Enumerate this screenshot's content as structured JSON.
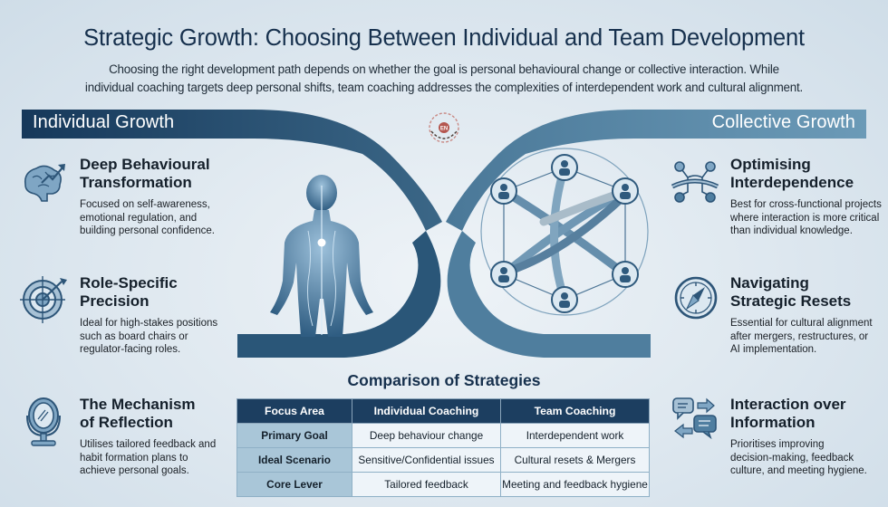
{
  "header": {
    "title": "Strategic Growth: Choosing Between Individual and Team Development",
    "subtitle_line1": "Choosing the right development path depends on whether the goal is personal behavioural change or collective interaction. While",
    "subtitle_line2": "individual coaching targets deep personal shifts, team coaching addresses the complexities of interdependent work and cultural alignment."
  },
  "bands": {
    "left_label": "Individual Growth",
    "right_label": "Collective Growth"
  },
  "logo": {
    "text": "EN",
    "icon": "dna-ring-logo"
  },
  "left_features": [
    {
      "icon": "brain-growth-icon",
      "title_line1": "Deep Behavioural",
      "title_line2": "Transformation",
      "desc_line1": "Focused on self-awareness,",
      "desc_line2": "emotional regulation, and",
      "desc_line3": "building personal confidence."
    },
    {
      "icon": "target-icon",
      "title_line1": "Role-Specific",
      "title_line2": "Precision",
      "desc_line1": "Ideal for high-stakes positions",
      "desc_line2": "such as board chairs or",
      "desc_line3": "regulator-facing roles."
    },
    {
      "icon": "mirror-icon",
      "title_line1": "The Mechanism",
      "title_line2": "of Reflection",
      "desc_line1": "Utilises tailored feedback and",
      "desc_line2": "habit formation plans to",
      "desc_line3": "achieve personal goals."
    }
  ],
  "right_features": [
    {
      "icon": "bridge-network-icon",
      "title_line1": "Optimising",
      "title_line2": "Interdependence",
      "desc_line1": "Best for cross-functional projects",
      "desc_line2": "where interaction is more critical",
      "desc_line3": "than individual knowledge."
    },
    {
      "icon": "compass-icon",
      "title_line1": "Navigating",
      "title_line2": "Strategic Resets",
      "desc_line1": "Essential for cultural alignment",
      "desc_line2": "after mergers, restructures, or",
      "desc_line3": "AI implementation."
    },
    {
      "icon": "chat-exchange-icon",
      "title_line1": "Interaction over",
      "title_line2": "Information",
      "desc_line1": "Prioritises improving",
      "desc_line2": "decision-making, feedback",
      "desc_line3": "culture, and meeting hygiene."
    }
  ],
  "comparison": {
    "title": "Comparison of Strategies",
    "headers": [
      "Focus Area",
      "Individual Coaching",
      "Team Coaching"
    ],
    "rows": [
      [
        "Primary Goal",
        "Deep behaviour change",
        "Interdependent work"
      ],
      [
        "Ideal Scenario",
        "Sensitive/Confidential issues",
        "Cultural resets & Mergers"
      ],
      [
        "Core Lever",
        "Tailored feedback",
        "Meeting and feedback hygiene"
      ]
    ]
  },
  "colors": {
    "navy": "#1c3e60",
    "band_dark": "#1f4566",
    "band_light": "#5f8fad",
    "row_header": "#a9c6d8",
    "cell_bg": "#eef4f9",
    "title_text": "#16304d"
  }
}
